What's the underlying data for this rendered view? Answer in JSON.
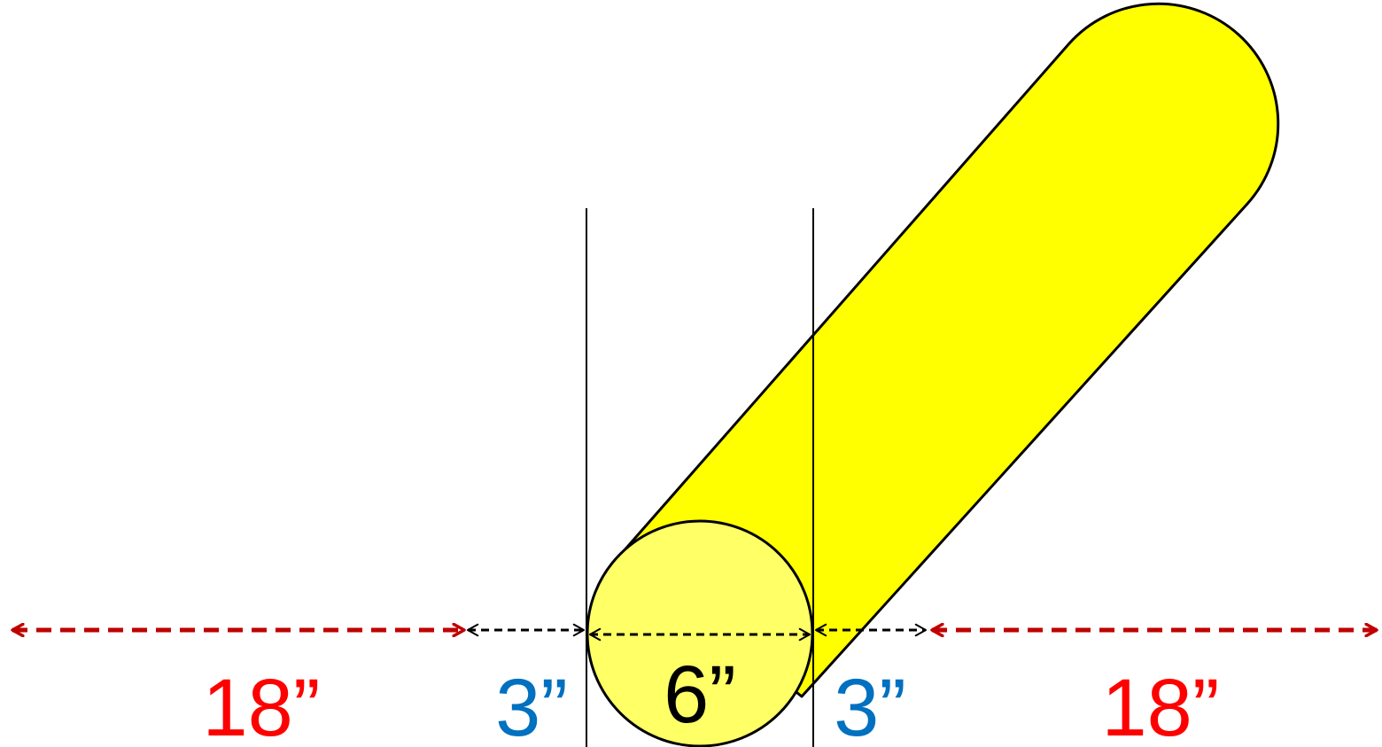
{
  "colors": {
    "cylinder_fill": "#ffff00",
    "end_cap_fill": "#ffff66",
    "outline": "#000000",
    "outer_zone_arrow": "#c00000",
    "outer_zone_label": "#ff0000",
    "inner_zone_label": "#0070c0",
    "diameter_label": "#000000",
    "inner_arrow": "#000000"
  },
  "labels": {
    "left_outer": "18”",
    "left_inner": "3”",
    "diameter": "6”",
    "right_inner": "3”",
    "right_outer": "18”"
  }
}
